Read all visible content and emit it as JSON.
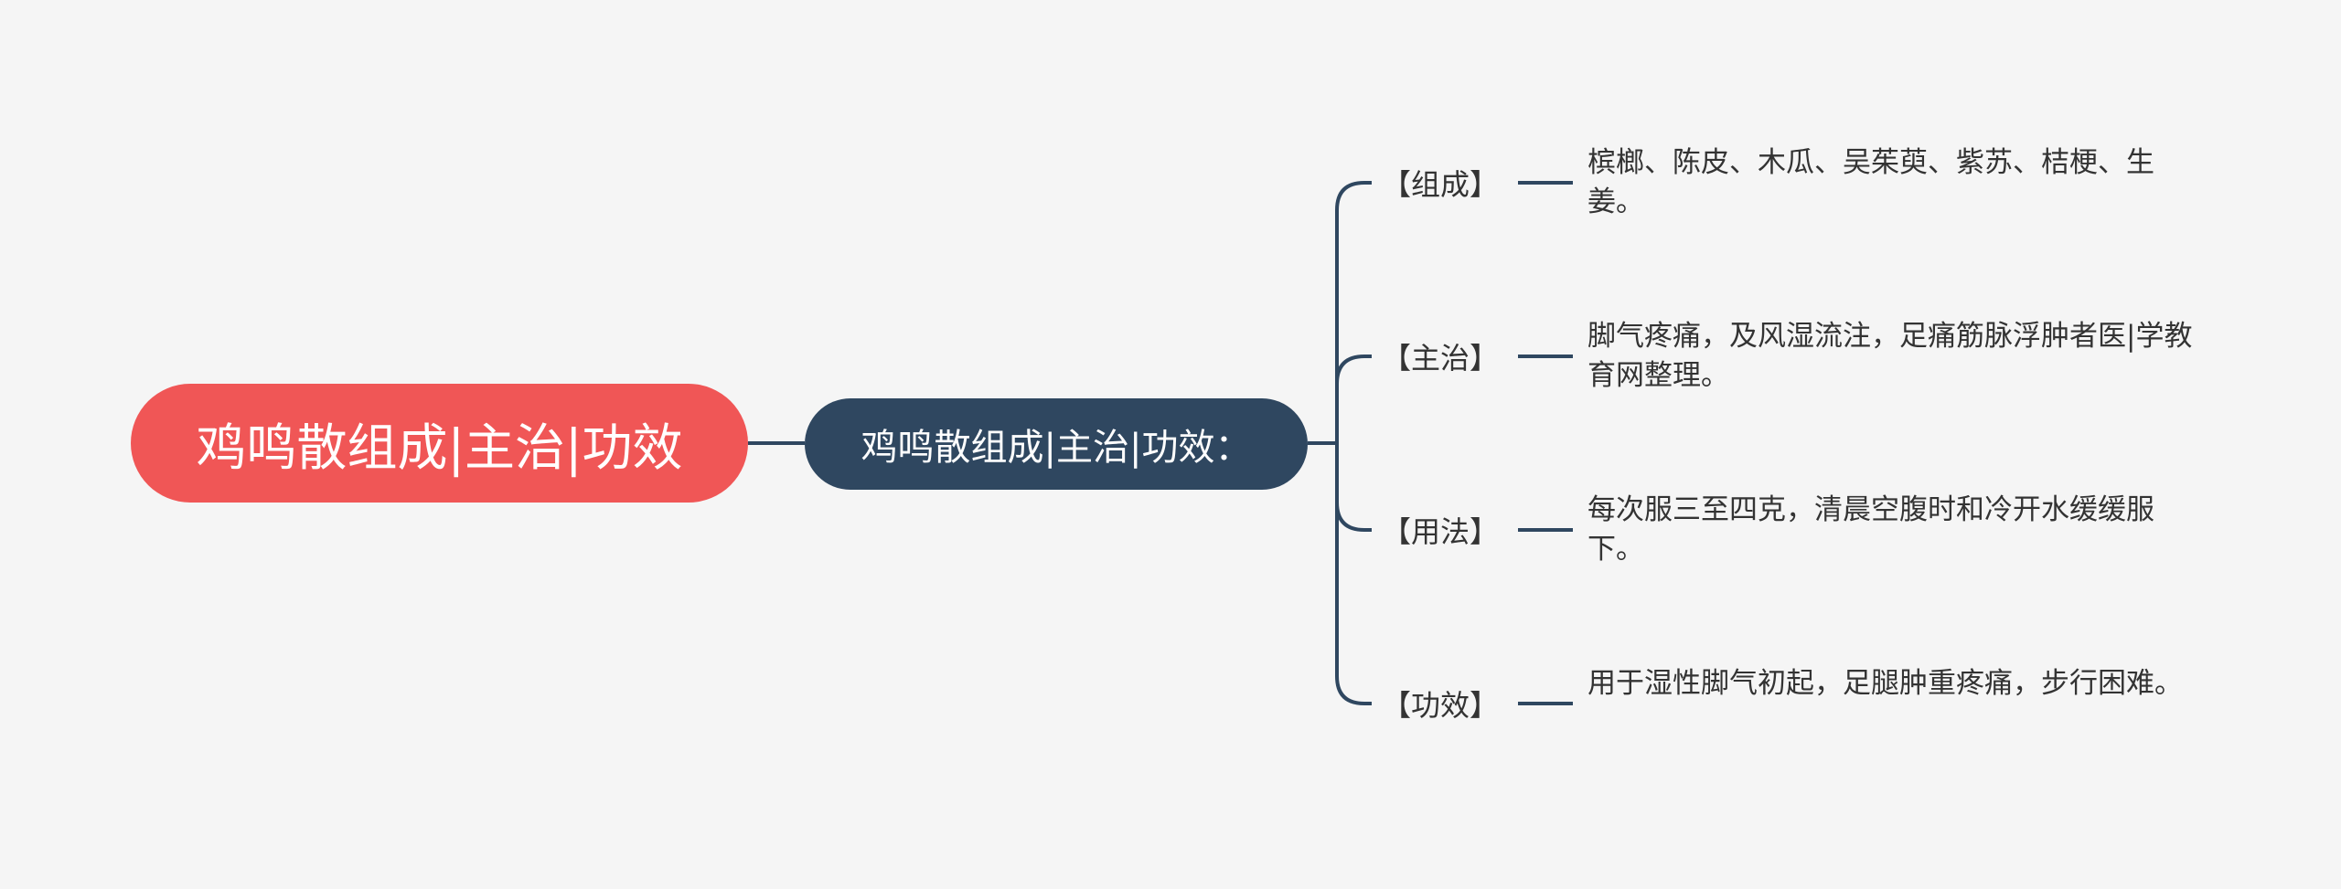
{
  "colors": {
    "background": "#f5f5f5",
    "root_fill": "#f05656",
    "mid_fill": "#2f4760",
    "connector": "#2f4760",
    "text": "#333333"
  },
  "root": {
    "label": "鸡鸣散组成|主治|功效"
  },
  "mid": {
    "label": "鸡鸣散组成|主治|功效："
  },
  "branches": [
    {
      "label": "【组成】",
      "text": "槟榔、陈皮、木瓜、吴茱萸、紫苏、桔梗、生姜。"
    },
    {
      "label": "【主治】",
      "text": "脚气疼痛，及风湿流注，足痛筋脉浮肿者医|学教育网整理。"
    },
    {
      "label": "【用法】",
      "text": " 每次服三至四克，清晨空腹时和冷开水缓缓服下。"
    },
    {
      "label": "【功效】",
      "text": "用于湿性脚气初起，足腿肿重疼痛，步行困难。"
    }
  ]
}
